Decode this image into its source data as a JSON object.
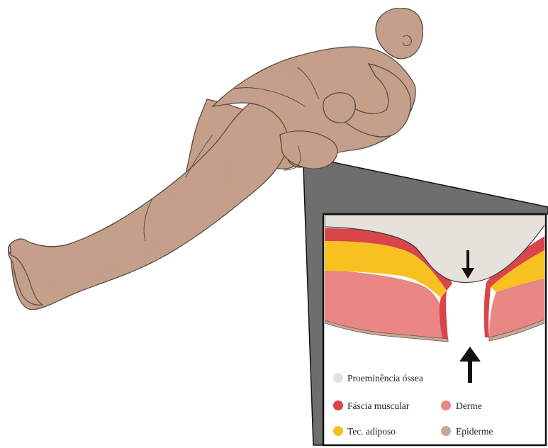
{
  "legend": {
    "items": [
      {
        "key": "bone",
        "label": "Proeminência óssea",
        "color": "#e6e1db"
      },
      {
        "key": "fascia",
        "label": "Fáscia muscular",
        "color": "#d8454b"
      },
      {
        "key": "derme",
        "label": "Derme",
        "color": "#e88783"
      },
      {
        "key": "adiposo",
        "label": "Tec. adiposo",
        "color": "#f7c11f"
      },
      {
        "key": "epiderme",
        "label": "Epiderme",
        "color": "#c6a799"
      }
    ]
  },
  "colors": {
    "skin": "#c49d86",
    "skin_outline": "#3a2a22",
    "callout": "#6e6e6e",
    "frame": "#111111",
    "arrow": "#111111"
  },
  "icons": {
    "pressure_down": "arrow-down-icon",
    "pressure_up": "arrow-up-icon"
  }
}
